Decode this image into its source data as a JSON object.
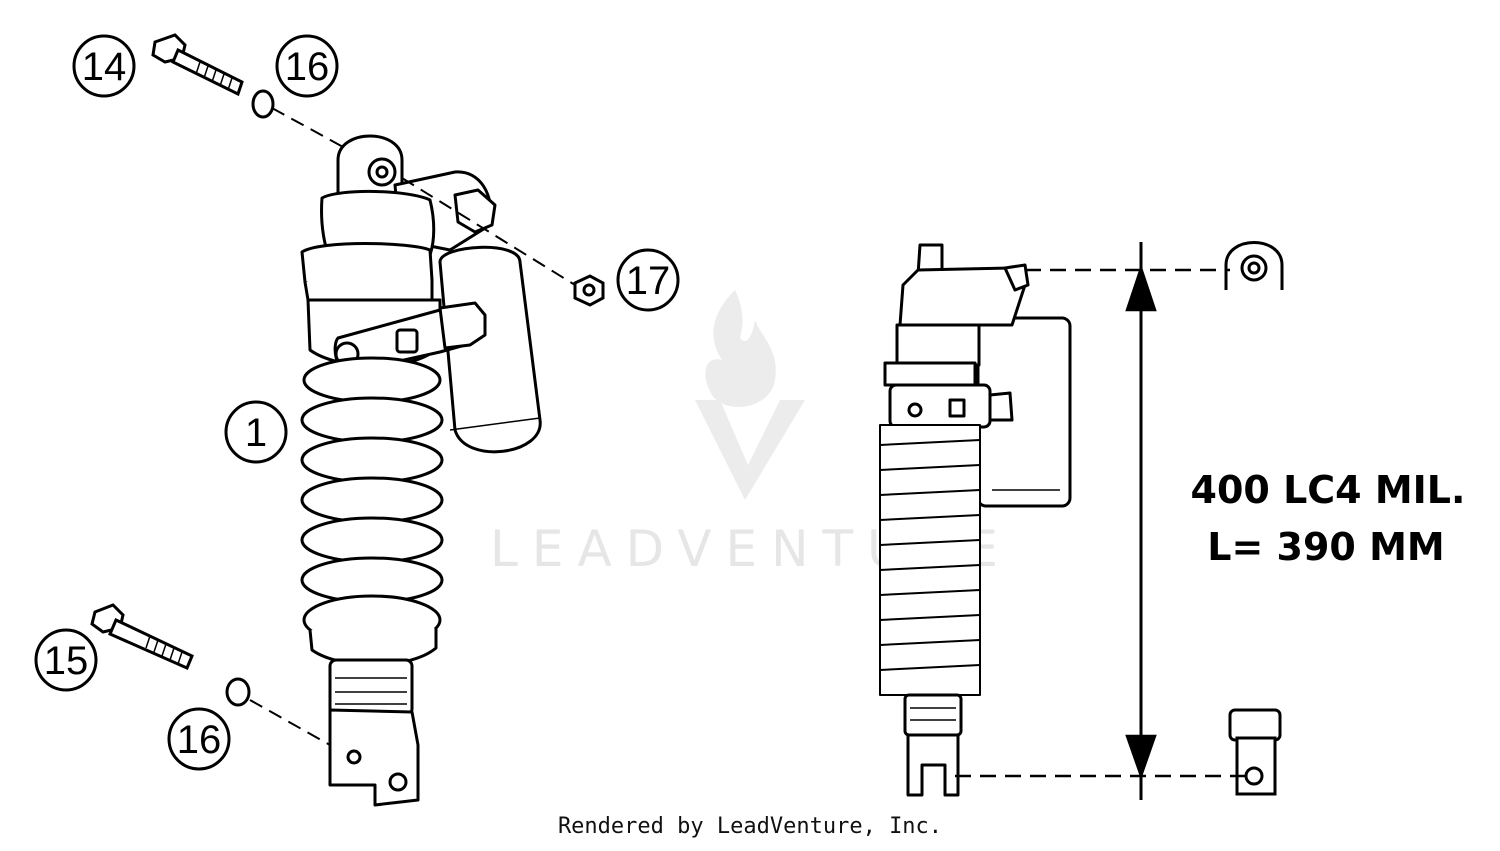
{
  "callouts": {
    "c14": "14",
    "c16a": "16",
    "c17": "17",
    "c1": "1",
    "c15": "15",
    "c16b": "16"
  },
  "spec": {
    "line1": "400 LC4 MIL.",
    "line2": "L= 390 MM"
  },
  "watermark": "LEADVENTURE",
  "footer": "Rendered by LeadVenture, Inc.",
  "colors": {
    "ink": "#000000",
    "watermark": "#e6e6e6",
    "background": "#ffffff"
  }
}
